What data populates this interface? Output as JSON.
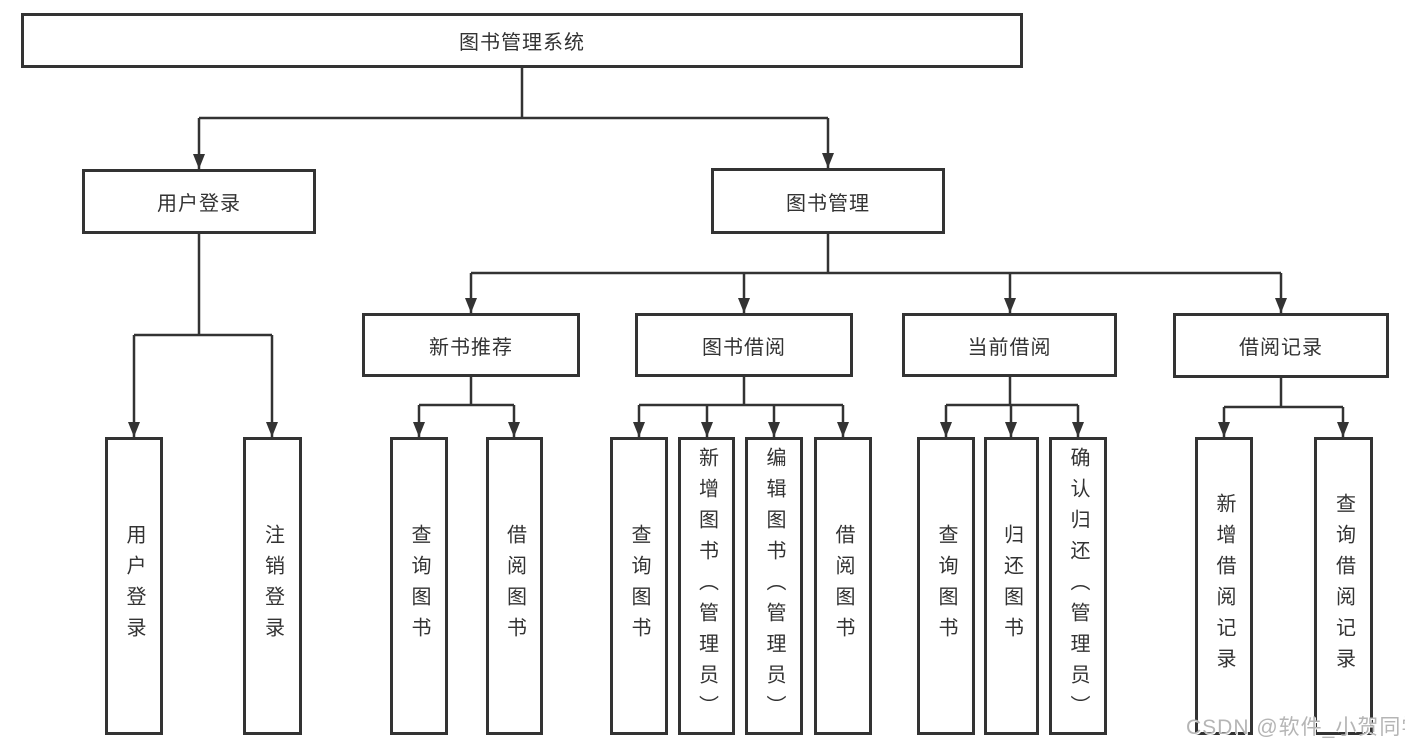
{
  "tree": {
    "root": {
      "label": "图书管理系统"
    },
    "branches": [
      {
        "label": "用户登录",
        "children": [
          {
            "label": "用户登录"
          },
          {
            "label": "注销登录"
          }
        ]
      },
      {
        "label": "图书管理",
        "children": [
          {
            "label": "新书推荐",
            "children": [
              {
                "label": "查询图书"
              },
              {
                "label": "借阅图书"
              }
            ]
          },
          {
            "label": "图书借阅",
            "children": [
              {
                "label": "查询图书"
              },
              {
                "label": "新增图书（管理员）"
              },
              {
                "label": "编辑图书（管理员）"
              },
              {
                "label": "借阅图书"
              }
            ]
          },
          {
            "label": "当前借阅",
            "children": [
              {
                "label": "查询图书"
              },
              {
                "label": "归还图书"
              },
              {
                "label": "确认归还（管理员）"
              }
            ]
          },
          {
            "label": "借阅记录",
            "children": [
              {
                "label": "新增借阅记录"
              },
              {
                "label": "查询借阅记录"
              }
            ]
          }
        ]
      }
    ]
  },
  "watermark": {
    "text": "CSDN @软件_小贺同学"
  },
  "colors": {
    "line": "#333333",
    "text": "#333333",
    "watermark": "#b5b5b5",
    "background": "#ffffff"
  }
}
